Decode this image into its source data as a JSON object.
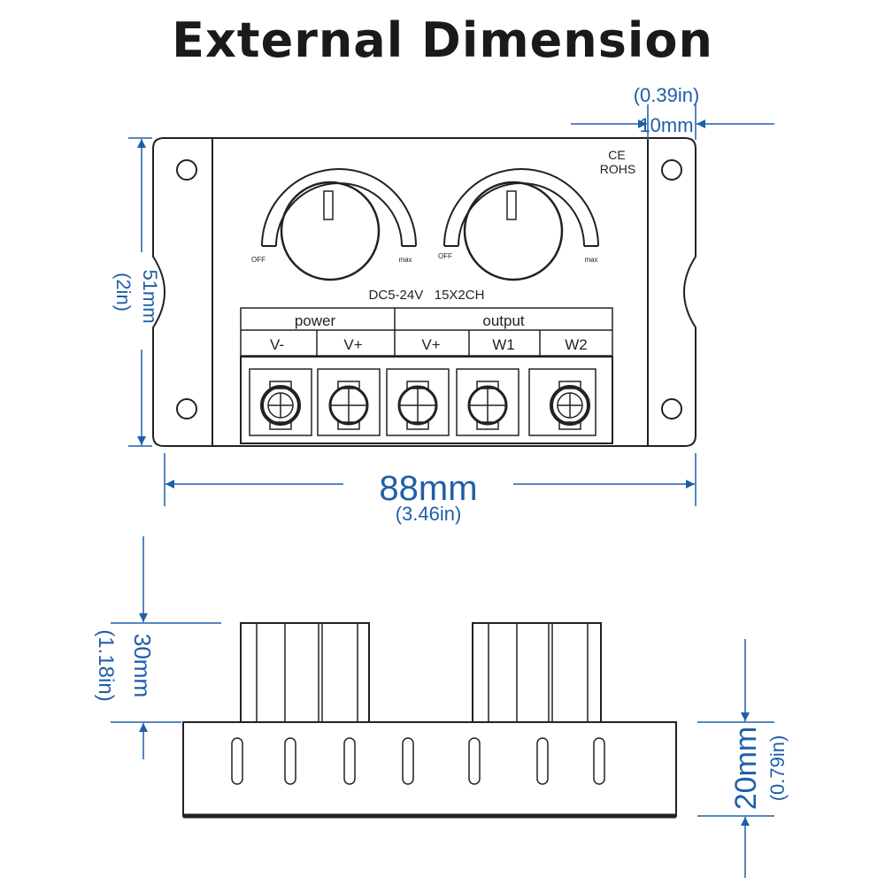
{
  "title": "External Dimension",
  "colors": {
    "dimension": "#1f5fa8",
    "outline": "#222222"
  },
  "top_view": {
    "cert": [
      "CE",
      "ROHS"
    ],
    "knobs": [
      {
        "off_label": "OFF",
        "max_label": "max"
      },
      {
        "off_label": "OFF",
        "max_label": "max"
      }
    ],
    "rating": "DC5-24V   15X2CH",
    "groups": [
      "power",
      "output"
    ],
    "terminals": [
      "V-",
      "V+",
      "V+",
      "W1",
      "W2"
    ]
  },
  "dimensions": {
    "width_mm": "88mm",
    "width_in": "(3.46in)",
    "height_mm": "51mm",
    "height_in": "(2in)",
    "flange_mm": "10mm",
    "flange_in": "(0.39in)",
    "total_height_mm": "30mm",
    "total_height_in": "(1.18in)",
    "body_height_mm": "20mm",
    "body_height_in": "(0.79in)"
  }
}
